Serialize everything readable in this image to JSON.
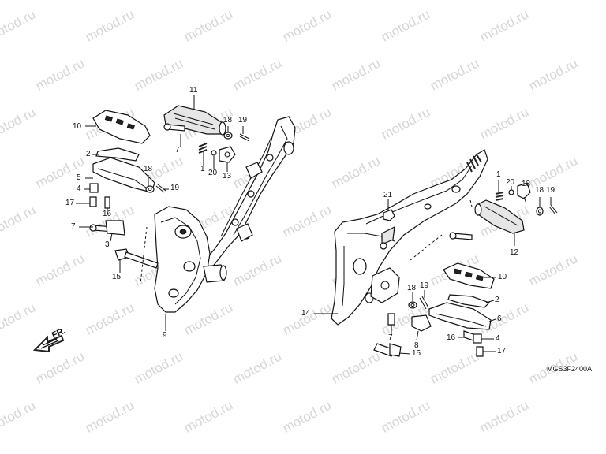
{
  "watermark": "motod.ru",
  "reference_code": "MGS3F2400A",
  "direction_label": "FR.",
  "callouts": [
    {
      "id": "left-10",
      "label": "10"
    },
    {
      "id": "left-11",
      "label": "11"
    },
    {
      "id": "left-18",
      "label": "18"
    },
    {
      "id": "left-19",
      "label": "19"
    },
    {
      "id": "left-2",
      "label": "2"
    },
    {
      "id": "left-7a",
      "label": "7"
    },
    {
      "id": "left-1",
      "label": "1"
    },
    {
      "id": "left-20",
      "label": "20"
    },
    {
      "id": "left-13",
      "label": "13"
    },
    {
      "id": "left-5",
      "label": "5"
    },
    {
      "id": "left-4",
      "label": "4"
    },
    {
      "id": "left-18b",
      "label": "18"
    },
    {
      "id": "left-19b",
      "label": "19"
    },
    {
      "id": "left-17",
      "label": "17"
    },
    {
      "id": "left-16",
      "label": "16"
    },
    {
      "id": "left-7b",
      "label": "7"
    },
    {
      "id": "left-3",
      "label": "3"
    },
    {
      "id": "left-15",
      "label": "15"
    },
    {
      "id": "left-9",
      "label": "9"
    },
    {
      "id": "right-21",
      "label": "21"
    },
    {
      "id": "right-1",
      "label": "1"
    },
    {
      "id": "right-20",
      "label": "20"
    },
    {
      "id": "right-13",
      "label": "13"
    },
    {
      "id": "right-18",
      "label": "18"
    },
    {
      "id": "right-19",
      "label": "19"
    },
    {
      "id": "right-12",
      "label": "12"
    },
    {
      "id": "right-10",
      "label": "10"
    },
    {
      "id": "right-19b",
      "label": "19"
    },
    {
      "id": "right-18b",
      "label": "18"
    },
    {
      "id": "right-2",
      "label": "2"
    },
    {
      "id": "right-14",
      "label": "14"
    },
    {
      "id": "right-7",
      "label": "7"
    },
    {
      "id": "right-6",
      "label": "6"
    },
    {
      "id": "right-8",
      "label": "8"
    },
    {
      "id": "right-16",
      "label": "16"
    },
    {
      "id": "right-4",
      "label": "4"
    },
    {
      "id": "right-15",
      "label": "15"
    },
    {
      "id": "right-17",
      "label": "17"
    }
  ]
}
